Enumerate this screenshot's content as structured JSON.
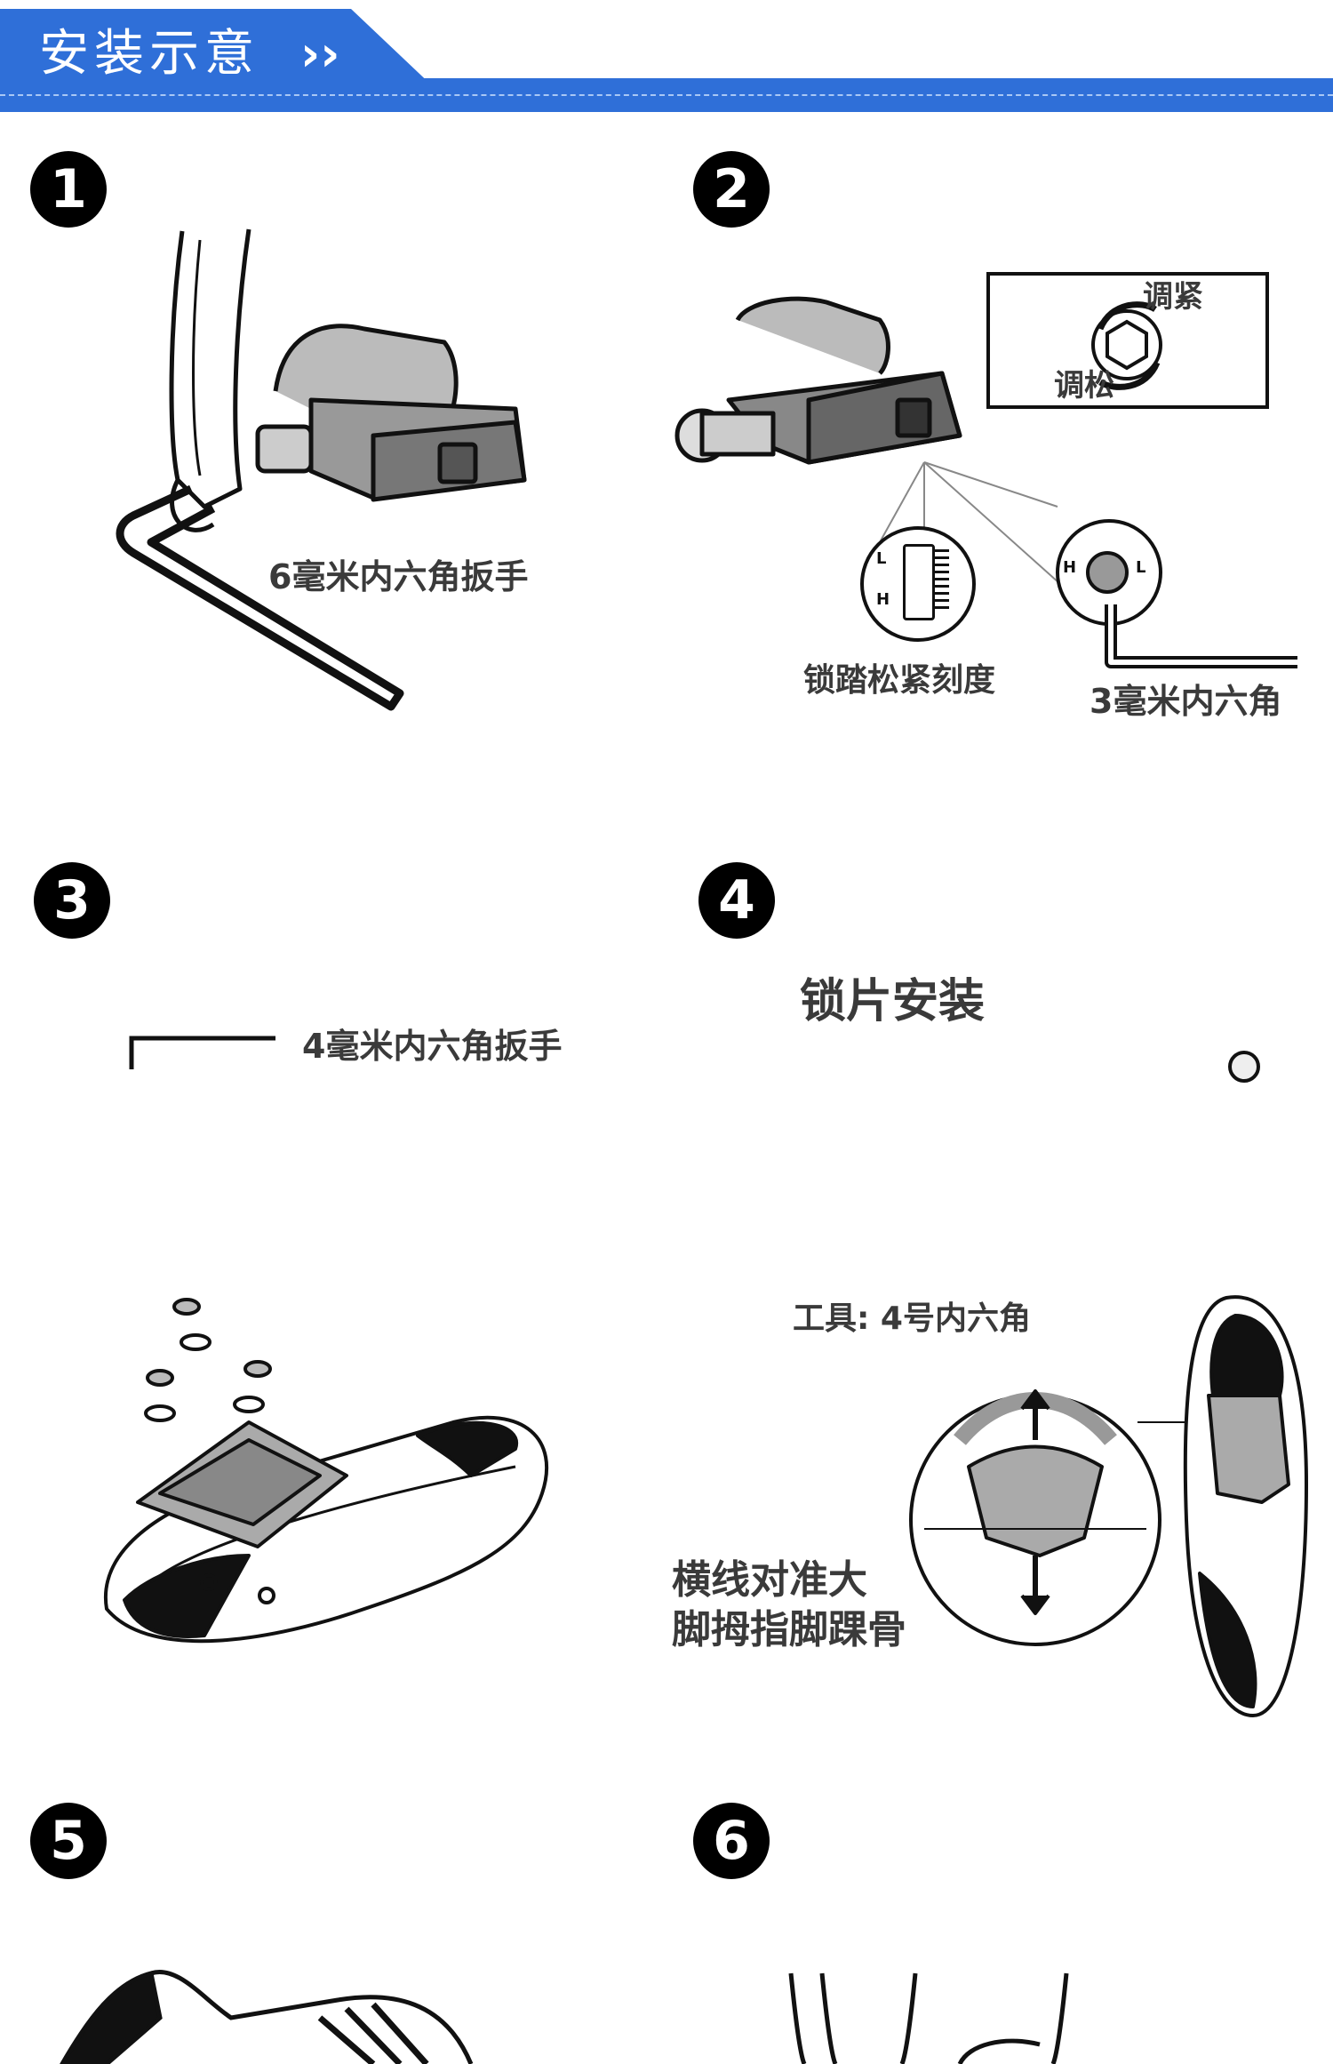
{
  "header": {
    "title": "安装示意",
    "arrows": "››"
  },
  "steps": [
    {
      "number": "1",
      "labels": {
        "wrench": "6毫米内六角扳手"
      }
    },
    {
      "number": "2",
      "labels": {
        "tighten": "调紧",
        "loosen": "调松",
        "scale": "锁踏松紧刻度",
        "hex": "3毫米内六角",
        "scale_l": "L",
        "scale_h": "H",
        "knob_h": "H",
        "knob_l": "L"
      }
    },
    {
      "number": "3",
      "labels": {
        "wrench": "4毫米内六角扳手"
      }
    },
    {
      "number": "4",
      "labels": {
        "title": "锁片安装",
        "tool": "工具:  4号内六角",
        "align_line1": "横线对准大",
        "align_line2": "脚拇指脚踝骨"
      }
    },
    {
      "number": "5"
    },
    {
      "number": "6"
    }
  ]
}
